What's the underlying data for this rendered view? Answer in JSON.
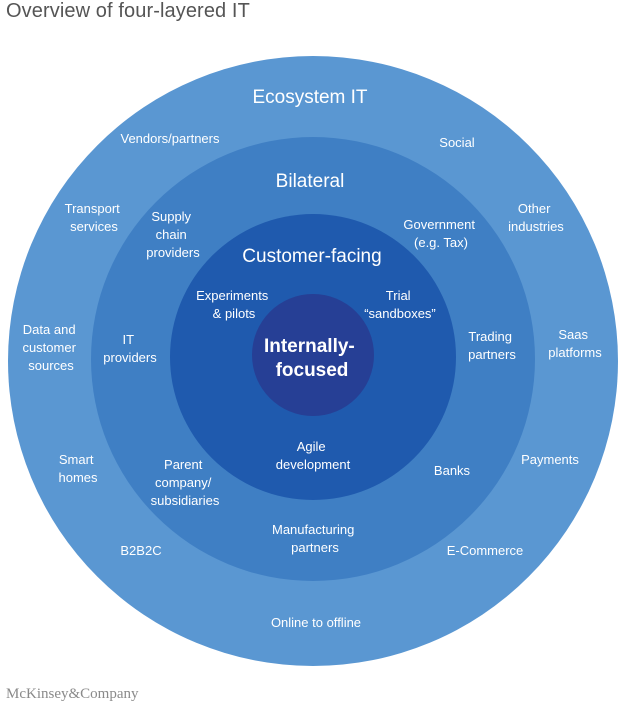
{
  "title": "Overview of four-layered IT",
  "footer": "McKinsey&Company",
  "colors": {
    "ecosystem": "#5a97d2",
    "bilateral": "#3f7fc4",
    "customer_facing": "#1f5aae",
    "internal": "#263f95",
    "text": "#ffffff"
  },
  "layers": {
    "ecosystem": {
      "title": "Ecosystem IT",
      "items": [
        [
          "Vendors/partners"
        ],
        [
          "Social"
        ],
        [
          "Transport",
          "services"
        ],
        [
          "Other",
          "industries"
        ],
        [
          "Data and",
          "customer",
          "sources"
        ],
        [
          "Saas",
          "platforms"
        ],
        [
          "Smart",
          "homes"
        ],
        [
          "Payments"
        ],
        [
          "B2B2C"
        ],
        [
          "E-Commerce"
        ],
        [
          "Online to offline"
        ]
      ]
    },
    "bilateral": {
      "title": "Bilateral",
      "items": [
        [
          "Supply",
          "chain",
          "providers"
        ],
        [
          "Government",
          "(e.g. Tax)"
        ],
        [
          "IT",
          "providers"
        ],
        [
          "Trading",
          "partners"
        ],
        [
          "Parent",
          "company/",
          "subsidiaries"
        ],
        [
          "Banks"
        ],
        [
          "Manufacturing",
          "partners"
        ]
      ]
    },
    "customer_facing": {
      "title": "Customer-facing",
      "items": [
        [
          "Experiments",
          "& pilots"
        ],
        [
          "Trial",
          "“sandboxes”"
        ],
        [
          "Agile",
          "development"
        ]
      ]
    },
    "internal": {
      "title": [
        "Internally-",
        "focused"
      ]
    }
  }
}
